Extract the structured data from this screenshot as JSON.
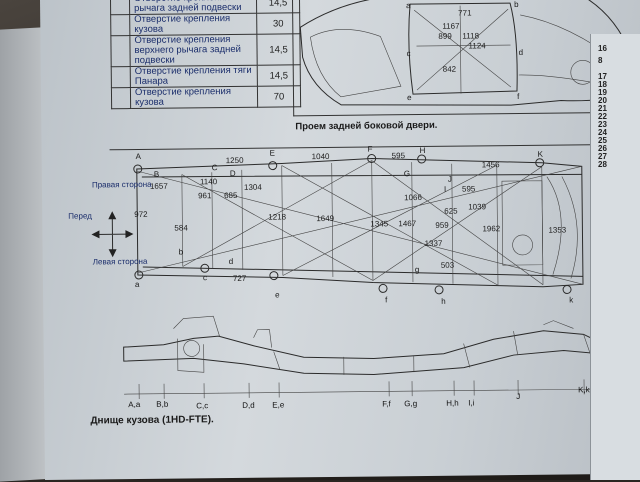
{
  "spec_table": {
    "rows": [
      {
        "desc": "Отверстие крепления рычага задней подвески",
        "value": "14,5"
      },
      {
        "desc": "Отверстие крепления кузова",
        "value": "30"
      },
      {
        "desc": "Отверстие крепления верхнего рычага задней подвески",
        "value": "14,5"
      },
      {
        "desc": "Отверстие крепления тяги Панара",
        "value": "14,5"
      },
      {
        "desc": "Отверстие крепления кузова",
        "value": "70"
      }
    ]
  },
  "door": {
    "caption": "Проем задней боковой двери.",
    "dims": [
      "771",
      "1167",
      "899",
      "1118",
      "1124",
      "842"
    ],
    "points": [
      "a",
      "b",
      "c",
      "d",
      "e",
      "f"
    ]
  },
  "frame": {
    "caption": "Днище кузова (1HD-FTE).",
    "orientation": {
      "right": "Правая сторона",
      "front": "Перед",
      "left": "Левая сторона"
    },
    "top_points": [
      "A",
      "E",
      "F",
      "H",
      "K"
    ],
    "top_points_small": [
      "B",
      "C",
      "D",
      "G",
      "I",
      "J"
    ],
    "bottom_points": [
      "a",
      "c",
      "e",
      "f",
      "h",
      "k"
    ],
    "bottom_points_small": [
      "b",
      "d",
      "g"
    ],
    "dims": {
      "d1250": "1250",
      "d1040": "1040",
      "d595": "595",
      "d1456": "1456",
      "d1657": "1657",
      "d1140": "1140",
      "d961": "961",
      "d685": "685",
      "d1304": "1304",
      "d1066": "1066",
      "d595b": "595",
      "d625": "625",
      "d1039": "1039",
      "d972": "972",
      "d1218": "1218",
      "d1649": "1649",
      "d1345": "1345",
      "d1467": "1467",
      "d959": "959",
      "d1962": "1962",
      "d1353": "1353",
      "d584": "584",
      "d1337": "1337",
      "d503": "503",
      "d727": "727"
    },
    "side_labels": [
      "A,a",
      "B,b",
      "C,c",
      "D,d",
      "E,e",
      "F,f",
      "G,g",
      "H,h",
      "I,i",
      "J",
      "K,k"
    ]
  },
  "right_page_ticks": [
    "16",
    "8",
    "17",
    "18",
    "19",
    "20",
    "21",
    "22",
    "23",
    "24",
    "25",
    "26",
    "27",
    "28"
  ]
}
